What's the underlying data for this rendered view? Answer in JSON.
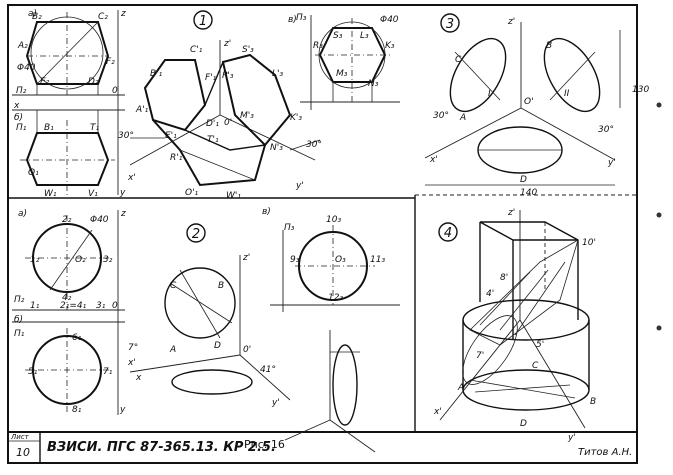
{
  "title_block": {
    "sheet_label": "Лист",
    "sheet_number": "10",
    "designation": "ВЗИСИ. ПГС 87-365.13. КР 2.5.",
    "figure_caption": "Рис. 16",
    "author": "Титов А.Н."
  },
  "panels": {
    "p1": {
      "number": "1",
      "sub_a": "а)",
      "sub_b": "б)",
      "sub_v": "в)",
      "diam": "Φ40",
      "angle1": "30°",
      "angle2": "30°"
    },
    "p2": {
      "number": "2",
      "sub_a": "а)",
      "sub_b": "б)",
      "sub_v": "в)",
      "diam": "Φ40",
      "angle1": "7°",
      "angle2": "41°"
    },
    "p3": {
      "number": "3",
      "angle1": "30°",
      "angle2": "30°",
      "dim_v": "130",
      "dim_h": "140"
    },
    "p4": {
      "number": "4"
    }
  },
  "labels": {
    "p1": [
      "B₂",
      "C₂",
      "A₂",
      "F₂",
      "E₂",
      "D₂",
      "Π₂",
      "Π₁",
      "B₁",
      "T₁",
      "O₁",
      "W₁",
      "V₁",
      "B'₁",
      "C'₁",
      "F'₁",
      "A'₁",
      "E'₁",
      "D'₁",
      "T'₁",
      "R'₁",
      "O'₁",
      "W'₁",
      "S'₃",
      "L'₃",
      "M'₃",
      "K'₃",
      "N'₃",
      "P'₃",
      "R₃",
      "S₃",
      "L₃",
      "K₃",
      "M₃",
      "N₃",
      "Π₃",
      "x",
      "y",
      "z",
      "z'",
      "x'",
      "y'",
      "0",
      "0'"
    ],
    "p2": [
      "1₂",
      "2₂",
      "3₂",
      "O₂",
      "4₂",
      "2₁=4₁",
      "3₁",
      "1₁",
      "Π₂",
      "Π₁",
      "6₁",
      "5₁",
      "7₁",
      "8₁",
      "10₃",
      "9₃",
      "O₃",
      "11₃",
      "12₃",
      "Π₃",
      "C",
      "A",
      "B",
      "D",
      "x",
      "y",
      "z",
      "x'",
      "y'",
      "z'",
      "0",
      "0'"
    ],
    "p3": [
      "z'",
      "x'",
      "y'",
      "O'",
      "C",
      "A",
      "B",
      "D",
      "I",
      "II"
    ],
    "p4": [
      "z'",
      "x'",
      "y'",
      "10'",
      "8'",
      "4'",
      "5'",
      "7'",
      "A",
      "B",
      "C",
      "D"
    ]
  }
}
